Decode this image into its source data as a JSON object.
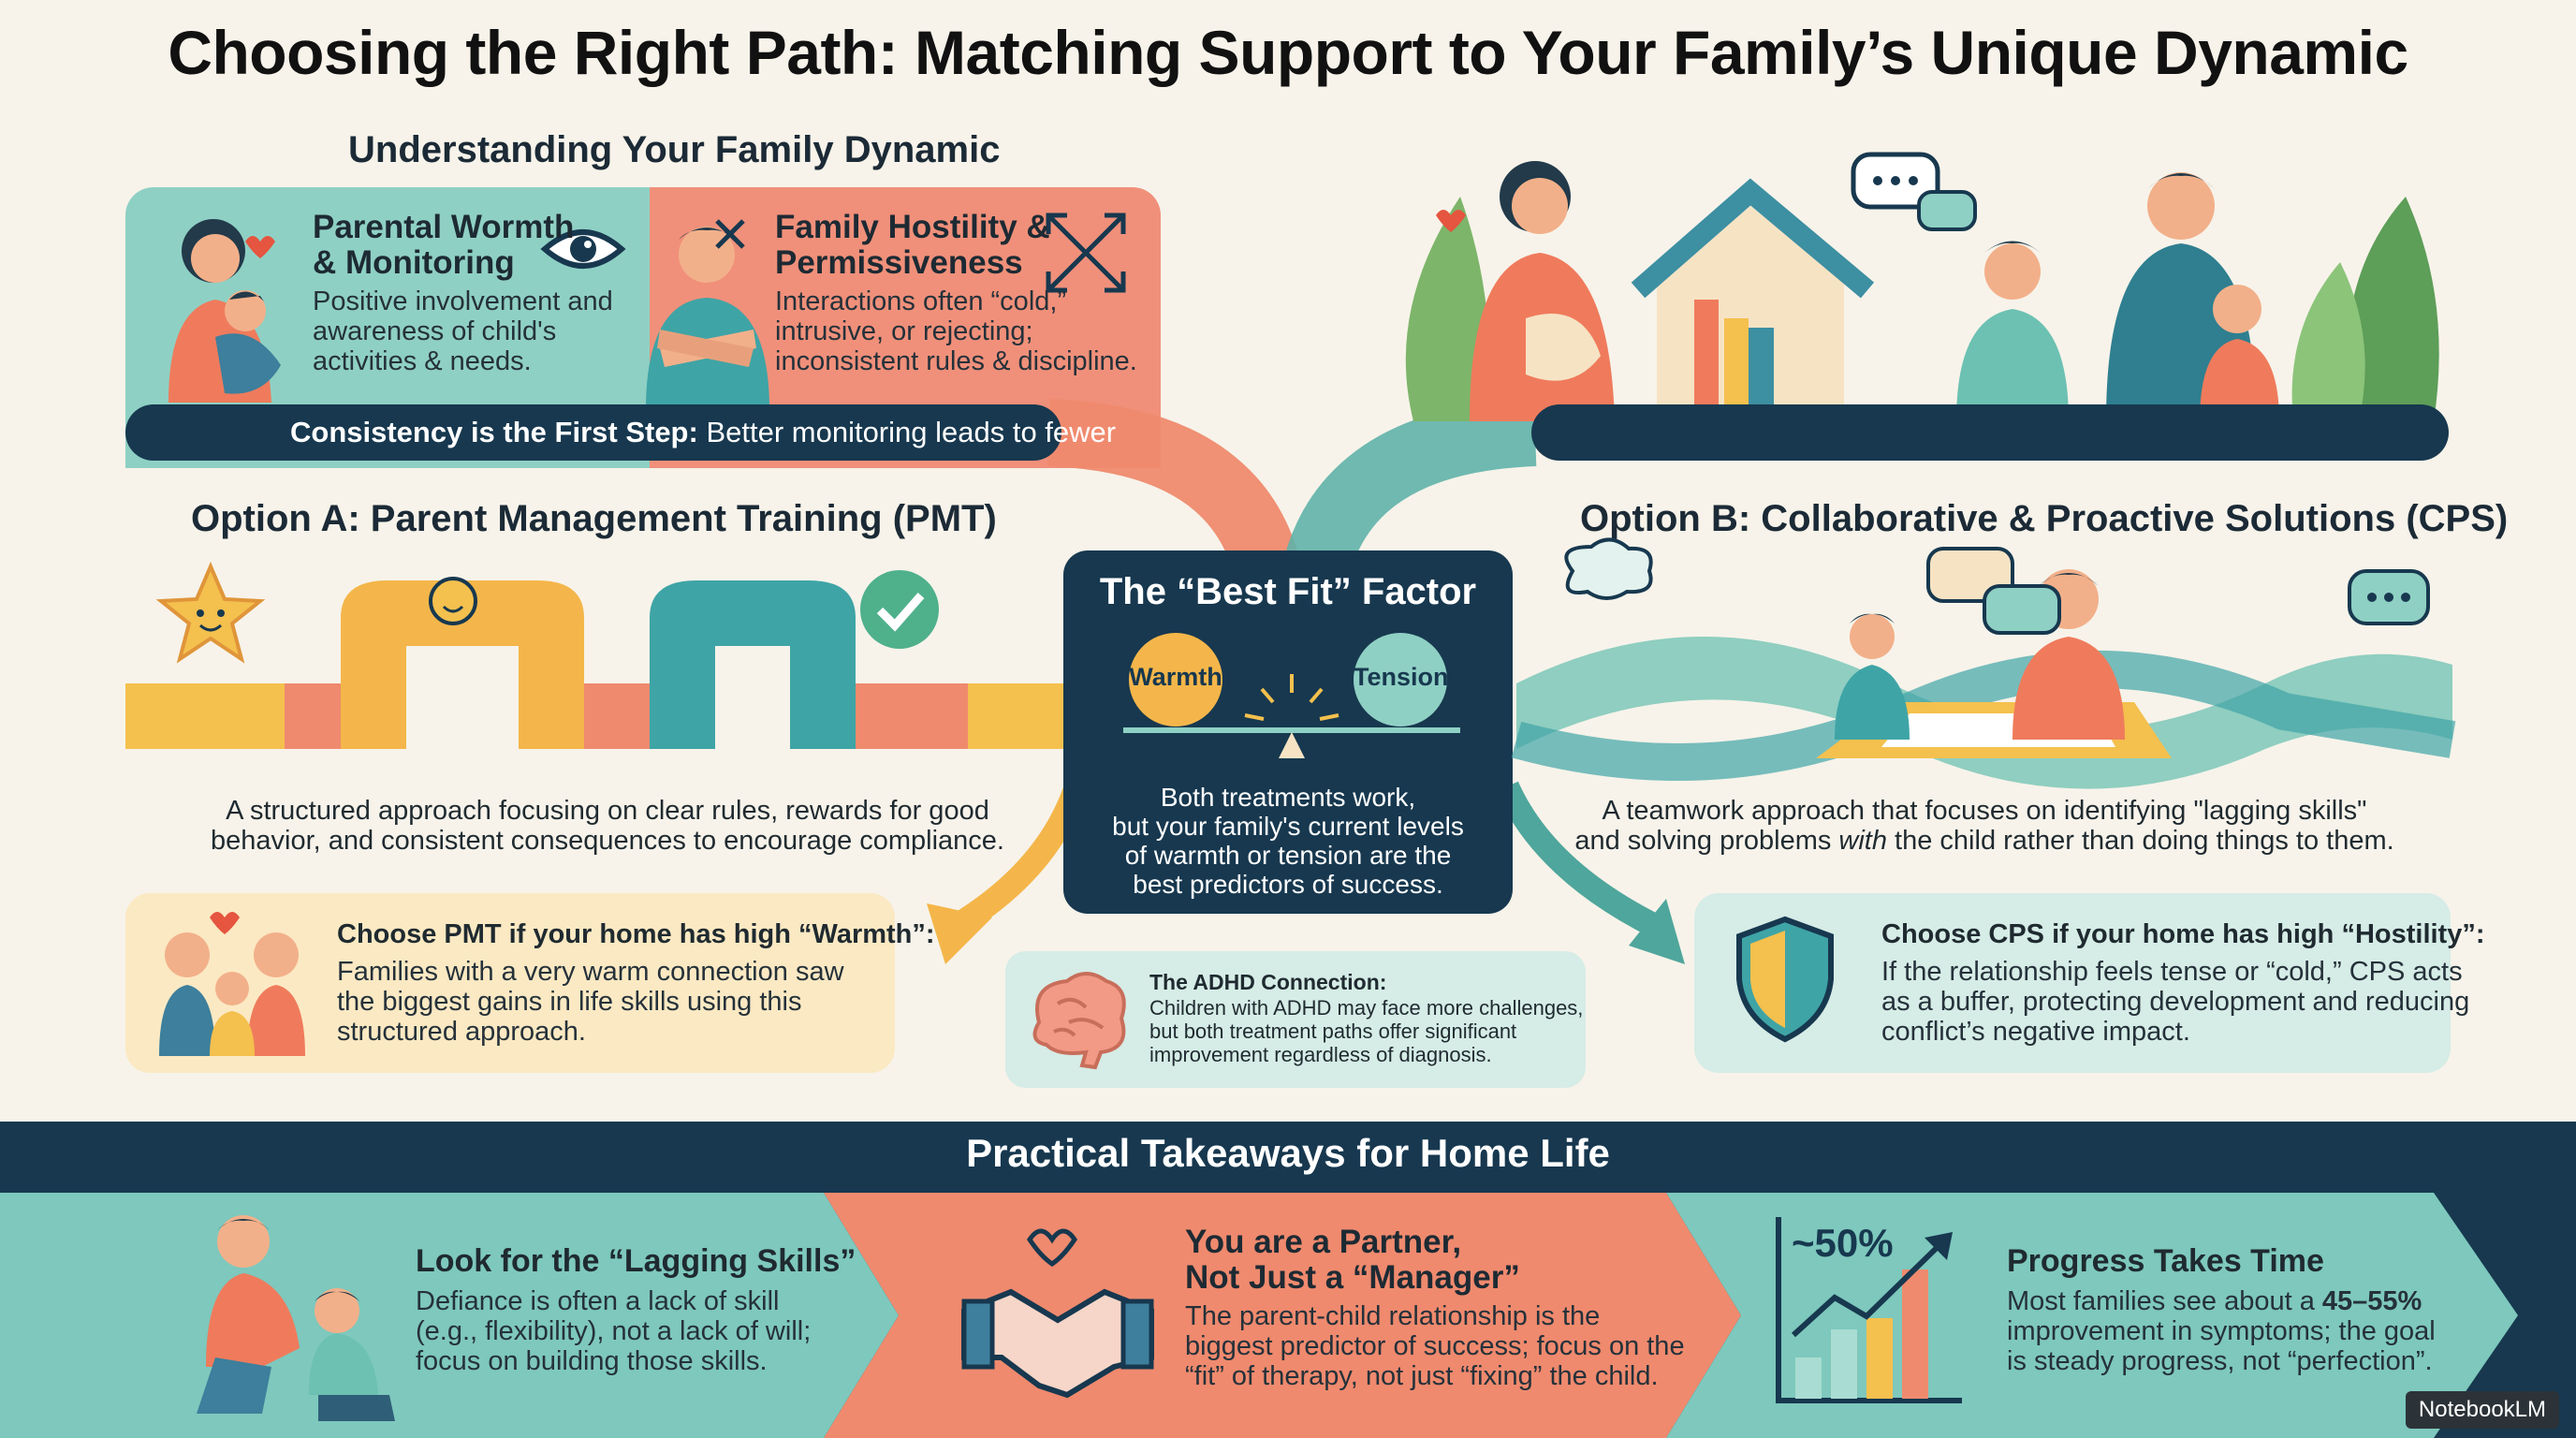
{
  "title": "Choosing the Right Path: Matching Support to Your Family’s Unique Dynamic",
  "understanding": {
    "heading": "Understanding Your Family Dynamic",
    "warmth": {
      "title_line1": "Parental Wormth",
      "title_line2": "& Monitoring",
      "text": [
        "Positive involvement and",
        "awareness of child's",
        "activities & needs."
      ]
    },
    "hostility": {
      "title_line1": "Family Hostility &",
      "title_line2": "Permissiveness",
      "text": [
        "Interactions often “cold,”",
        "intrusive, or rejecting;",
        "inconsistent rules & discipline."
      ]
    },
    "consistency_bold": "Consistency is the First Step:",
    "consistency_rest": " Better monitoring leads to fewer"
  },
  "option_a": {
    "heading": "Option A: Parent Management Training (PMT)",
    "description": [
      "A structured approach focusing on clear rules, rewards for good",
      "behavior, and consistent consequences to encourage compliance."
    ],
    "choose_title": "Choose PMT if your home has high “Warmth”:",
    "choose_text": [
      "Families with a very warm connection saw",
      "the biggest gains in life skills using this",
      "structured approach."
    ]
  },
  "option_b": {
    "heading": "Option B: Collaborative & Proactive Solutions (CPS)",
    "description_pre": "A teamwork approach that focuses on identifying \"lagging skills\"",
    "description_line2_a": "and solving problems ",
    "description_line2_em": "with",
    "description_line2_b": " the child rather than doing things to them.",
    "choose_title": "Choose CPS if your home has high “Hostility”:",
    "choose_text": [
      "If the relationship feels tense or “cold,” CPS acts",
      "as a buffer, protecting development and reducing",
      "conflict’s negative impact."
    ]
  },
  "best_fit": {
    "heading": "The “Best Fit” Factor",
    "warmth_label": "Warmth",
    "tension_label": "Tension",
    "text": [
      "Both treatments work,",
      "but your family's current levels",
      "of warmth or tension are the",
      "best predictors of success."
    ]
  },
  "adhd": {
    "title": "The ADHD Connection:",
    "text": [
      "Children with ADHD may face more challenges,",
      "but both treatment paths offer significant",
      "improvement regardless of diagnosis."
    ]
  },
  "takeaways": {
    "heading": "Practical Takeaways for Home Life",
    "lagging": {
      "title": "Look for the “Lagging Skills”",
      "text": [
        "Defiance is often a lack of skill",
        "(e.g., flexibility), not a lack of will;",
        "focus on building those skills."
      ]
    },
    "partner": {
      "title_line1": "You are a Partner,",
      "title_line2": "Not Just a “Manager”",
      "text": [
        "The parent-child relationship is the",
        "biggest predictor of success; focus on the",
        "“fit” of therapy, not just “fixing” the child."
      ]
    },
    "progress": {
      "stat": "~50%",
      "title": "Progress Takes Time",
      "text_pre": "Most families see about a ",
      "text_bold": "45–55%",
      "text_line2": "improvement in symptoms; the goal",
      "text_line3": "is steady progress, not “perfection”."
    }
  },
  "brand": "NotebookLM",
  "colors": {
    "teal": "#7ec8bd",
    "coral": "#ef8a6e",
    "navy": "#17384f",
    "yellow": "#f4c04e",
    "cream": "#fbe9c3"
  }
}
